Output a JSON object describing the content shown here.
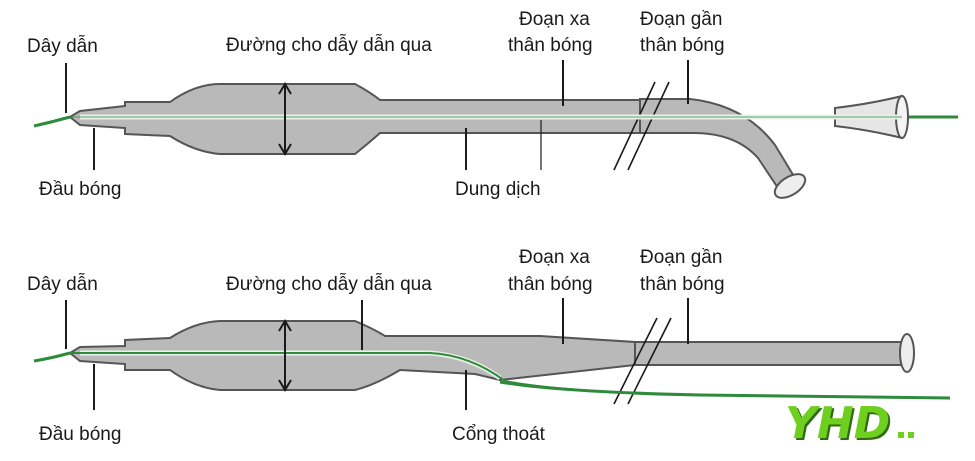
{
  "colors": {
    "catheter_fill": "#b9b9b9",
    "catheter_stroke": "#555555",
    "guidewire": "#2e8b3c",
    "lumen": "#e8f1e8",
    "logo_green": "#6fcf1f",
    "logo_dark": "#2e6b12"
  },
  "diagram_top": {
    "label_guidewire": "Dây dẫn",
    "label_guidewire_lumen": "Đường cho dẫy dẫn qua",
    "label_distal_line1": "Đoạn xa",
    "label_distal_line2": "thân bóng",
    "label_proximal_line1": "Đoạn gần",
    "label_proximal_line2": "thân bóng",
    "label_tip": "Đầu bóng",
    "label_fluid": "Dung dịch"
  },
  "diagram_bottom": {
    "label_guidewire": "Dây dẫn",
    "label_guidewire_lumen": "Đường cho dẫy dẫn qua",
    "label_distal_line1": "Đoạn xa",
    "label_distal_line2": "thân bóng",
    "label_proximal_line1": "Đoạn gần",
    "label_proximal_line2": "thân bóng",
    "label_tip": "Đầu bóng",
    "label_exit_port": "Cổng thoát"
  },
  "logo": {
    "text": "YHD",
    "icon": "yhd-logo-icon"
  }
}
